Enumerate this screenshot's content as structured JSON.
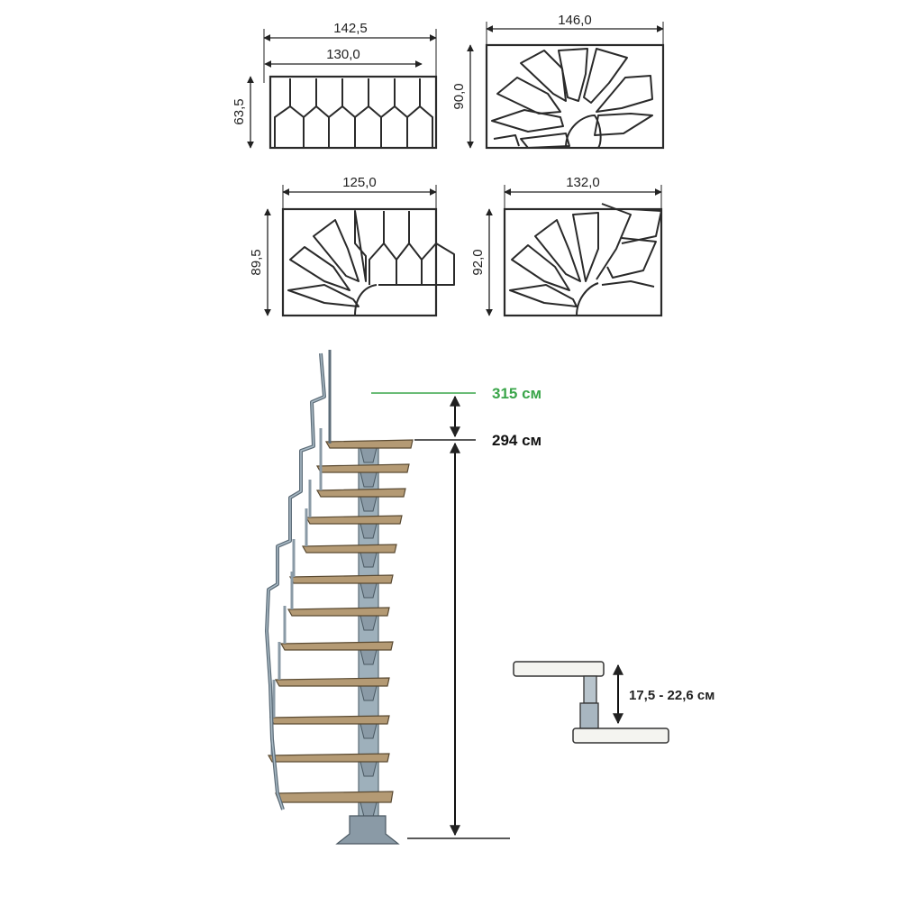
{
  "plans": {
    "p1": {
      "width_outer": "142,5",
      "width_inner": "130,0",
      "height": "63,5"
    },
    "p2": {
      "width": "146,0",
      "height": "90,0"
    },
    "p3": {
      "width": "125,0",
      "height": "89,5"
    },
    "p4": {
      "width": "132,0",
      "height": "92,0"
    }
  },
  "heights": {
    "total": "315 см",
    "floor": "294 см"
  },
  "step_height": {
    "range": "17,5 - 22,6 см"
  },
  "colors": {
    "line": "#2a2a2a",
    "green": "#3aa54a",
    "wood": "#b49a74",
    "metal": "#8a9aa6"
  }
}
